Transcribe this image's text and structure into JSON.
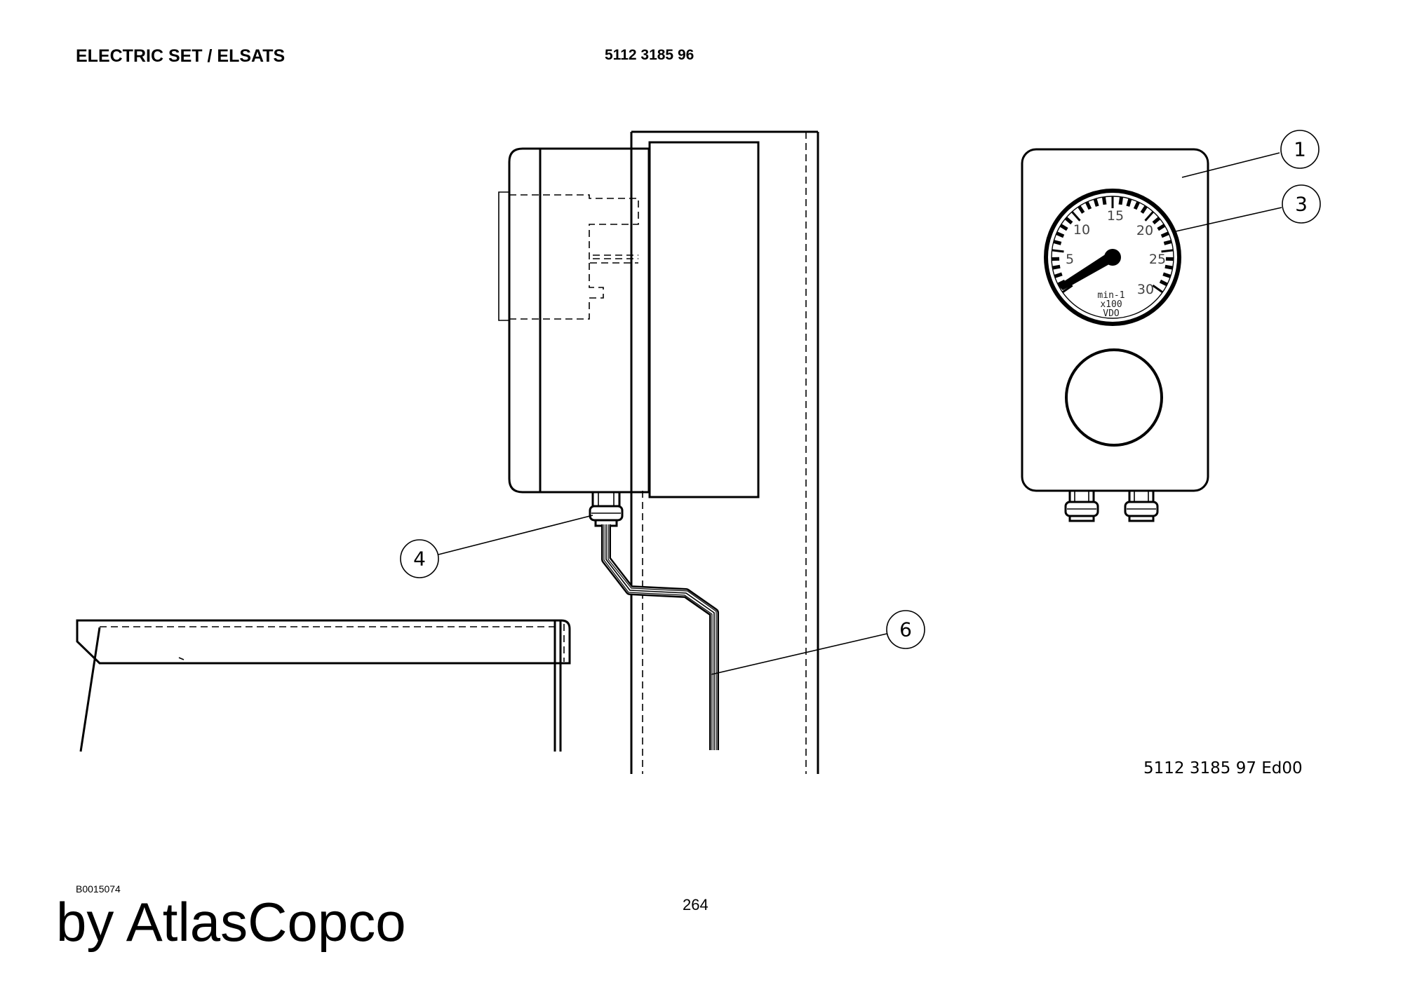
{
  "header": {
    "title": "ELECTRIC SET / ELSATS",
    "part_number": "5112 3185 96"
  },
  "drawing": {
    "drawing_number": "5112 3185 97 Ed00",
    "callouts": [
      "1",
      "3",
      "4",
      "6"
    ],
    "tachometer": {
      "scale_labels": [
        "5",
        "10",
        "15",
        "20",
        "25",
        "30"
      ],
      "unit_lines": [
        "min-1",
        "x100",
        "VDO"
      ]
    }
  },
  "footer": {
    "image_id": "B0015074",
    "brand": "by AtlasCopco",
    "page_number": "264"
  }
}
